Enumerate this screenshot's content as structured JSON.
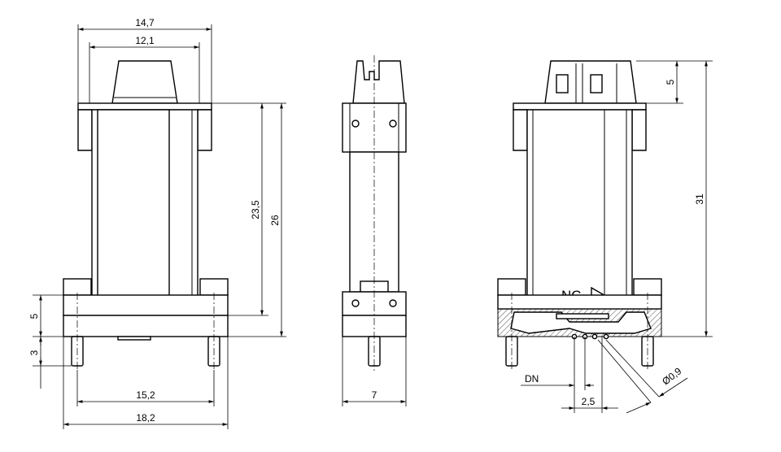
{
  "dimensions": {
    "front_top_outer": "14,7",
    "front_top_inner": "12,1",
    "front_body_height": "23,5",
    "front_total_height": "26",
    "front_base_height": "5",
    "front_pin_length": "3",
    "front_pin_spacing": "15,2",
    "front_base_width": "18,2",
    "side_width": "7",
    "right_top_height": "5",
    "right_total_height": "31",
    "port_dn": "DN",
    "port_spacing": "2,5",
    "port_diameter": "Ø0,9"
  },
  "markings": {
    "nc": "NC"
  }
}
